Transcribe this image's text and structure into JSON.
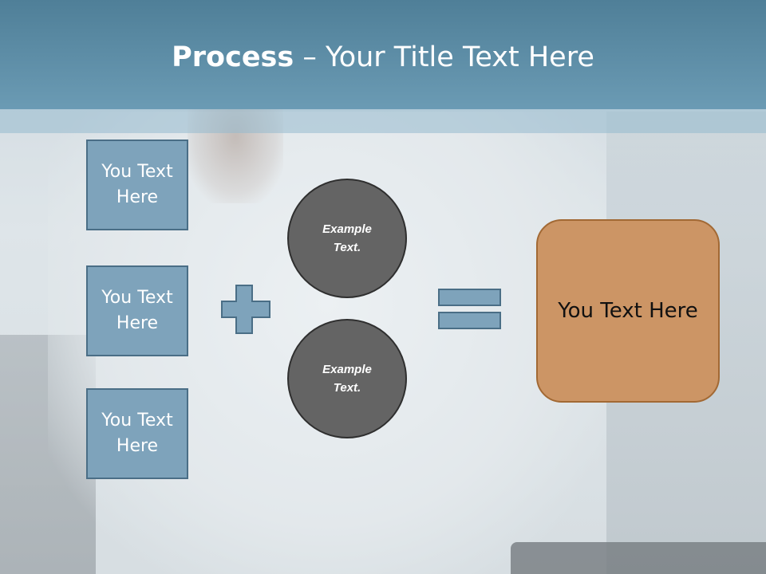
{
  "slide": {
    "title_bold": "Process",
    "title_rest": " – Your Title Text Here",
    "left_boxes": [
      {
        "label": "You Text Here"
      },
      {
        "label": "You Text Here"
      },
      {
        "label": "You Text Here"
      }
    ],
    "circles": [
      {
        "label": "Example Text."
      },
      {
        "label": "Example Text."
      }
    ],
    "result_label": "You Text Here",
    "operators": {
      "plus": "plus-icon",
      "equals": "equals-icon"
    }
  },
  "colors": {
    "header": "#5e8fa9",
    "box_fill": "#7ea3bb",
    "box_border": "#4a6e86",
    "circle_fill": "#646464",
    "result_fill": "#cc9565",
    "result_border": "#a26934"
  }
}
